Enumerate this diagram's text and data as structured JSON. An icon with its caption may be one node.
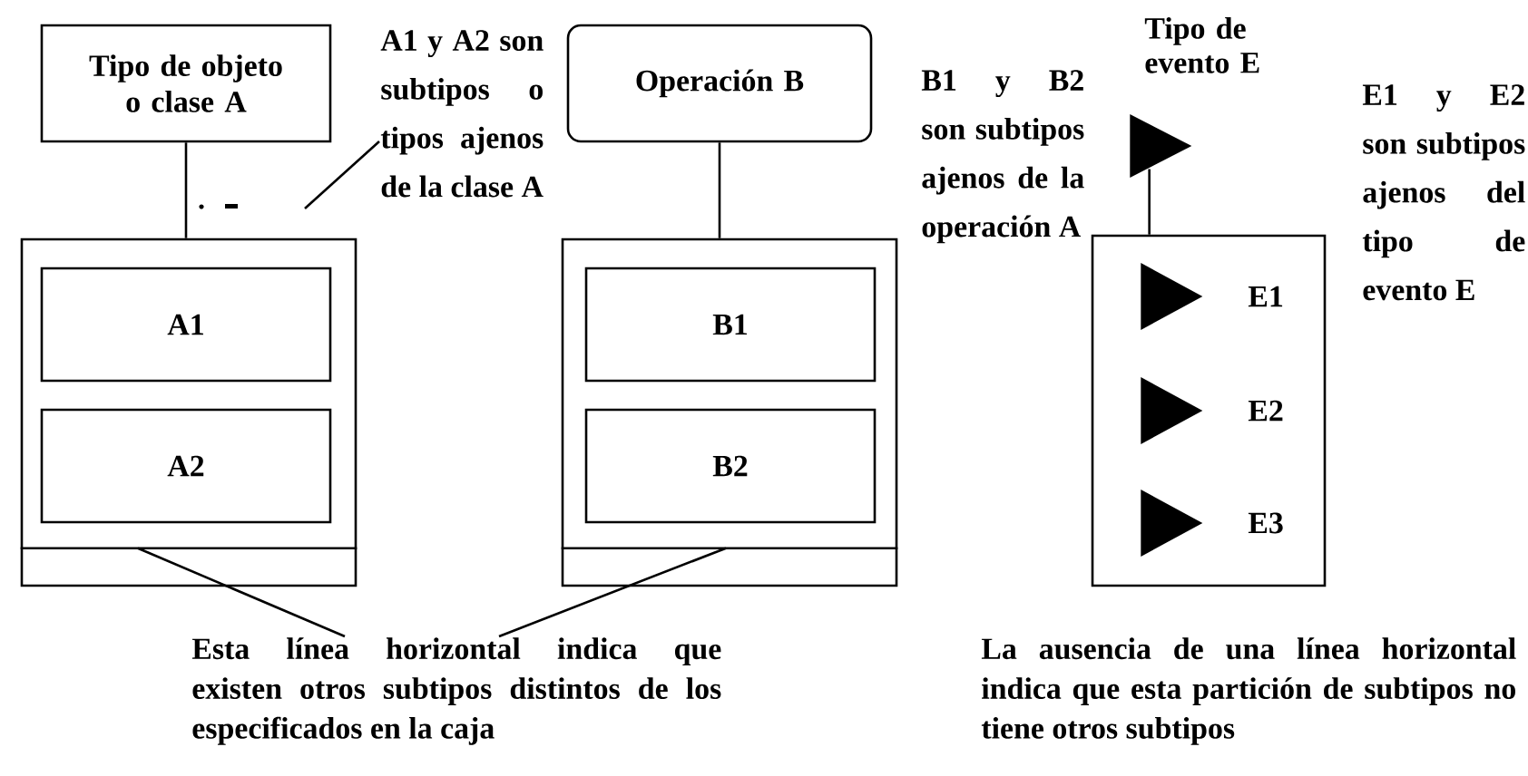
{
  "diagram": {
    "nodes": [
      {
        "text": [
          "Tipo de objeto o clase A"
        ]
      },
      {
        "text": [],
        "shape": "box"
      },
      {
        "text": [
          "A1"
        ],
        "in": 1
      },
      {
        "text": [
          "A2"
        ],
        "in": 1
      },
      {
        "text": [],
        "shape": "bar",
        "in": 1
      },
      {
        "text": [
          "A1 y A2 son subtipos o tipos ajenos de la clase A"
        ]
      },
      {
        "text": [
          "Operación B"
        ]
      },
      {
        "text": [],
        "shape": "box"
      },
      {
        "text": [
          "B1"
        ],
        "in": 7
      },
      {
        "text": [
          "B2"
        ],
        "in": 7
      },
      {
        "text": [],
        "shape": "bar",
        "in": 7
      },
      {
        "text": [
          "B1 y B2 son subtipos ajenos de la operación A"
        ]
      },
      {
        "text": [
          "Tipo de evento E"
        ]
      },
      {
        "text": [],
        "shape": "box"
      },
      {
        "text": [
          "E1"
        ],
        "in": 13
      },
      {
        "text": [
          "E2"
        ],
        "in": 13
      },
      {
        "text": [
          "E3"
        ],
        "in": 13
      },
      {
        "text": [
          "E1 y E2 son subtipos ajenos del tipo de evento E"
        ]
      },
      {
        "text": [
          "Esta línea horizontal indica que existen otros subtipos distintos de los especificados en la caja"
        ]
      }
    ],
    "edges": [
      {
        "from": 0,
        "to": 1,
        "arrow": "none"
      },
      {
        "from": 5,
        "to": null,
        "arrow": "none"
      },
      {
        "from": 6,
        "to": 7,
        "arrow": "none"
      },
      {
        "from": 12,
        "to": 13,
        "arrow": "none"
      },
      {
        "from": 18,
        "to": 4,
        "arrow": "none"
      },
      {
        "from": 18,
        "to": 10,
        "arrow": "none"
      }
    ],
    "labels": [
      "La ausencia de una línea horizontal indica que esta partición de subtipos no tiene otros subtipos"
    ]
  }
}
